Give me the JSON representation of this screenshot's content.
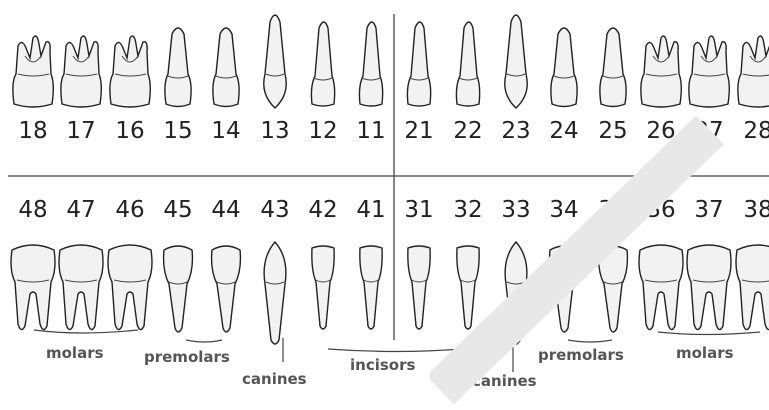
{
  "upper_numbers": [
    "18",
    "17",
    "16",
    "15",
    "14",
    "13",
    "12",
    "11",
    "21",
    "22",
    "23",
    "24",
    "25",
    "26",
    "27",
    "28"
  ],
  "lower_numbers": [
    "48",
    "47",
    "46",
    "45",
    "44",
    "43",
    "42",
    "41",
    "31",
    "32",
    "33",
    "34",
    "35",
    "36",
    "37",
    "38"
  ],
  "upper_types": [
    "molar",
    "molar",
    "molar",
    "premolar",
    "premolar",
    "canine",
    "incisor",
    "incisor",
    "incisor",
    "incisor",
    "canine",
    "premolar",
    "premolar",
    "molar",
    "molar",
    "molar"
  ],
  "lower_types": [
    "molar",
    "molar",
    "molar",
    "premolar",
    "premolar",
    "canine",
    "incisor",
    "incisor",
    "incisor",
    "incisor",
    "canine",
    "premolar",
    "premolar",
    "molar",
    "molar",
    "molar"
  ],
  "labels": {
    "molars_left": "molars",
    "premolars_left": "premolars",
    "canines_left": "canines",
    "incisors": "incisors",
    "canines_right": "canines",
    "premolars_right": "premolars",
    "molars_right": "molars"
  },
  "colors": {
    "outline": "#222222",
    "label": "#555555",
    "tooth_fill": "#f2f2f2"
  }
}
